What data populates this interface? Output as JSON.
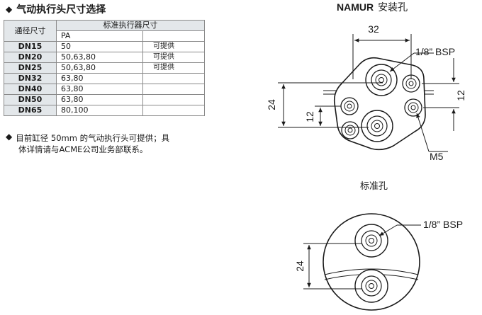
{
  "selection": {
    "title": "气动执行头尺寸选择",
    "headers": {
      "size": "通径尺寸",
      "standard_actuator": "标准执行器尺寸",
      "pa": "PA"
    },
    "rows": [
      {
        "size": "DN15",
        "pa": "50",
        "availability": "可提供"
      },
      {
        "size": "DN20",
        "pa": "50,63,80",
        "availability": "可提供"
      },
      {
        "size": "DN25",
        "pa": "50,63,80",
        "availability": "可提供"
      },
      {
        "size": "DN32",
        "pa": "63,80",
        "availability": ""
      },
      {
        "size": "DN40",
        "pa": "63,80",
        "availability": ""
      },
      {
        "size": "DN50",
        "pa": "63,80",
        "availability": ""
      },
      {
        "size": "DN65",
        "pa": "80,100",
        "availability": ""
      }
    ],
    "note_line1": "目前缸径 50mm 的气动执行头可提供；具",
    "note_line2": "体详情请与ACME公司业务部联系。"
  },
  "namur_diagram": {
    "title_bold": "NAMUR",
    "title_rest": "安装孔",
    "dim_width": "32",
    "dim_height": "24",
    "dim_left_offset": "12",
    "dim_right_offset": "12",
    "label_port": "1/8” BSP",
    "label_thread": "M5"
  },
  "standard_diagram": {
    "title": "标准孔",
    "label_port": "1/8” BSP",
    "dim_height": "24"
  }
}
